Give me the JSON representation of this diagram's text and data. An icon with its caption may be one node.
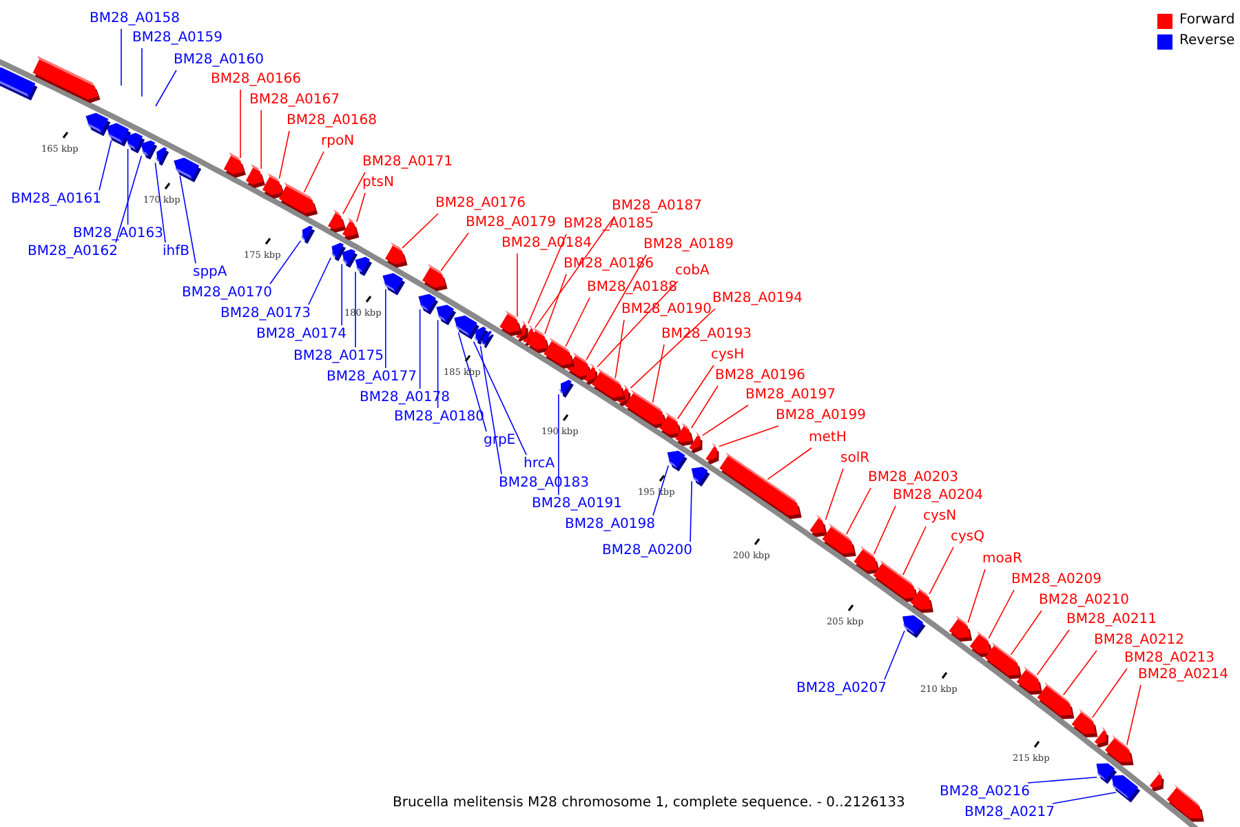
{
  "diagram": {
    "caption": "Brucella melitensis M28 chromosome 1, complete sequence. - 0..2126133",
    "nodes": [
      {
        "text": [
          "BM28_A0158"
        ]
      },
      {
        "text": [
          "BM28_A0159"
        ]
      },
      {
        "text": [
          "BM28_A0160"
        ]
      },
      {
        "text": [
          "BM28_A0166"
        ]
      },
      {
        "text": [
          "BM28_A0167"
        ]
      },
      {
        "text": [
          "BM28_A0168"
        ]
      },
      {
        "text": [
          "rpoN"
        ]
      },
      {
        "text": [
          "BM28_A0171"
        ]
      },
      {
        "text": [
          "ptsN"
        ]
      },
      {
        "text": [
          "BM28_A0161"
        ]
      },
      {
        "text": [
          "BM28_A0176"
        ]
      },
      {
        "text": [
          "BM28_A0187"
        ]
      },
      {
        "text": [
          "BM28_A0185"
        ]
      },
      {
        "text": [
          "BM28_A0179"
        ]
      },
      {
        "text": [
          "BM28_A0163"
        ]
      },
      {
        "text": [
          "BM28_A0184"
        ]
      },
      {
        "text": [
          "BM28_A0189"
        ]
      },
      {
        "text": [
          "BM28_A0162"
        ]
      },
      {
        "text": [
          "ihfB"
        ]
      },
      {
        "text": [
          "BM28_A0186"
        ]
      },
      {
        "text": [
          "cobA"
        ]
      },
      {
        "text": [
          "sppA"
        ]
      },
      {
        "text": [
          "BM28_A0188"
        ]
      },
      {
        "text": [
          "BM28_A0170"
        ]
      },
      {
        "text": [
          "BM28_A0194"
        ]
      },
      {
        "text": [
          "BM28_A0190"
        ]
      },
      {
        "text": [
          "BM28_A0173"
        ]
      },
      {
        "text": [
          "BM28_A0193"
        ]
      },
      {
        "text": [
          "BM28_A0174"
        ]
      },
      {
        "text": [
          "cysH"
        ]
      },
      {
        "text": [
          "BM28_A0175"
        ]
      },
      {
        "text": [
          "BM28_A0196"
        ]
      },
      {
        "text": [
          "BM28_A0177"
        ]
      },
      {
        "text": [
          "BM28_A0197"
        ]
      },
      {
        "text": [
          "BM28_A0178"
        ]
      },
      {
        "text": [
          "BM28_A0199"
        ]
      },
      {
        "text": [
          "BM28_A0180"
        ]
      },
      {
        "text": [
          "metH"
        ]
      },
      {
        "text": [
          "grpE"
        ]
      },
      {
        "text": [
          "solR"
        ]
      },
      {
        "text": [
          "hrcA"
        ]
      },
      {
        "text": [
          "BM28_A0203"
        ]
      },
      {
        "text": [
          "BM28_A0183"
        ]
      },
      {
        "text": [
          "BM28_A0204"
        ]
      },
      {
        "text": [
          "BM28_A0191"
        ]
      },
      {
        "text": [
          "cysN"
        ]
      },
      {
        "text": [
          "BM28_A0198"
        ]
      },
      {
        "text": [
          "cysQ"
        ]
      },
      {
        "text": [
          "BM28_A0200"
        ]
      },
      {
        "text": [
          "moaR"
        ]
      },
      {
        "text": [
          "BM28_A0209"
        ]
      },
      {
        "text": [
          "BM28_A0210"
        ]
      },
      {
        "text": [
          "BM28_A0211"
        ]
      },
      {
        "text": [
          "BM28_A0212"
        ]
      },
      {
        "text": [
          "BM28_A0213"
        ]
      },
      {
        "text": [
          "BM28_A0207"
        ]
      },
      {
        "text": [
          "BM28_A0214"
        ]
      },
      {
        "text": [
          "BM28_A0216"
        ]
      },
      {
        "text": [
          "BM28_A0217"
        ]
      },
      {
        "text": [],
        "shape": "box"
      },
      {
        "text": [],
        "shape": "box"
      },
      {
        "text": [],
        "shape": "box"
      },
      {
        "text": [],
        "shape": "box"
      },
      {
        "text": [],
        "shape": "box"
      },
      {
        "text": [],
        "shape": "box"
      },
      {
        "text": [],
        "shape": "box"
      },
      {
        "text": [],
        "shape": "box"
      },
      {
        "text": [],
        "shape": "box"
      },
      {
        "text": [],
        "shape": "box"
      },
      {
        "text": [],
        "shape": "box"
      },
      {
        "text": [],
        "shape": "box"
      },
      {
        "text": [],
        "shape": "box"
      },
      {
        "text": [],
        "shape": "box"
      },
      {
        "text": [],
        "shape": "box"
      },
      {
        "text": [],
        "shape": "box"
      },
      {
        "text": [],
        "shape": "box"
      },
      {
        "text": [],
        "shape": "box"
      },
      {
        "text": [],
        "shape": "box"
      },
      {
        "text": [],
        "shape": "box"
      },
      {
        "text": [],
        "shape": "box"
      },
      {
        "text": [],
        "shape": "box"
      },
      {
        "text": [],
        "shape": "box"
      },
      {
        "text": [],
        "shape": "box"
      },
      {
        "text": [],
        "shape": "box"
      },
      {
        "text": [],
        "shape": "box"
      },
      {
        "text": [],
        "shape": "box"
      },
      {
        "text": [],
        "shape": "box"
      },
      {
        "text": [],
        "shape": "box"
      },
      {
        "text": [],
        "shape": "box"
      },
      {
        "text": [],
        "shape": "box"
      },
      {
        "text": [],
        "shape": "box"
      },
      {
        "text": [],
        "shape": "box"
      },
      {
        "text": [],
        "shape": "box"
      },
      {
        "text": [],
        "shape": "box"
      },
      {
        "text": [],
        "shape": "box"
      },
      {
        "text": [],
        "shape": "box"
      },
      {
        "text": [],
        "shape": "box"
      },
      {
        "text": [],
        "shape": "box"
      },
      {
        "text": [],
        "shape": "box"
      },
      {
        "text": [],
        "shape": "box"
      },
      {
        "text": [],
        "shape": "box"
      },
      {
        "text": [],
        "shape": "box"
      },
      {
        "text": [],
        "shape": "box"
      },
      {
        "text": [],
        "shape": "box"
      },
      {
        "text": [],
        "shape": "box"
      },
      {
        "text": [],
        "shape": "box"
      },
      {
        "text": [],
        "shape": "box"
      },
      {
        "text": [],
        "shape": "box"
      },
      {
        "text": [],
        "shape": "box"
      },
      {
        "text": [],
        "shape": "box"
      },
      {
        "text": [],
        "shape": "box"
      },
      {
        "text": [],
        "shape": "box"
      },
      {
        "text": [],
        "shape": "box"
      },
      {
        "text": [],
        "shape": "box"
      },
      {
        "text": [],
        "shape": "box"
      },
      {
        "text": [],
        "shape": "box"
      },
      {
        "text": [],
        "shape": "box"
      },
      {
        "text": [],
        "shape": "box"
      },
      {
        "text": [],
        "shape": "box"
      },
      {
        "text": [],
        "shape": "box"
      },
      {
        "text": [],
        "shape": "box"
      }
    ],
    "edges": [
      {
        "from": 0,
        "to": null,
        "arrow": "none",
        "color": "#0000ff"
      },
      {
        "from": 1,
        "to": null,
        "arrow": "none",
        "color": "#0000ff"
      },
      {
        "from": 2,
        "to": null,
        "arrow": "none",
        "color": "#0000ff"
      },
      {
        "from": 3,
        "to": 59,
        "arrow": "none"
      },
      {
        "from": 4,
        "to": 60,
        "arrow": "none"
      },
      {
        "from": 5,
        "to": 61,
        "arrow": "none"
      },
      {
        "from": 6,
        "to": 62,
        "arrow": "none"
      },
      {
        "from": 7,
        "to": 63,
        "arrow": "none"
      },
      {
        "from": 8,
        "to": 64,
        "arrow": "none"
      },
      {
        "from": 9,
        "to": 65,
        "arrow": "none",
        "color": "#0000ff"
      },
      {
        "from": 10,
        "to": 66,
        "arrow": "none"
      },
      {
        "from": 11,
        "to": 67,
        "arrow": "none"
      },
      {
        "from": 12,
        "to": 68,
        "arrow": "none"
      },
      {
        "from": 13,
        "to": 69,
        "arrow": "none"
      },
      {
        "from": 14,
        "to": 70,
        "arrow": "none",
        "color": "#0000ff"
      },
      {
        "from": 15,
        "to": 71,
        "arrow": "none"
      },
      {
        "from": 16,
        "to": 72,
        "arrow": "none"
      },
      {
        "from": 17,
        "to": 73,
        "arrow": "none",
        "color": "#0000ff"
      },
      {
        "from": 18,
        "to": 74,
        "arrow": "none",
        "color": "#0000ff"
      },
      {
        "from": 19,
        "to": 75,
        "arrow": "none"
      },
      {
        "from": 20,
        "to": 76,
        "arrow": "none"
      },
      {
        "from": 21,
        "to": 77,
        "arrow": "none",
        "color": "#0000ff"
      },
      {
        "from": 22,
        "to": 78,
        "arrow": "none"
      },
      {
        "from": 23,
        "to": 79,
        "arrow": "none",
        "color": "#0000ff"
      },
      {
        "from": 24,
        "to": 80,
        "arrow": "none"
      },
      {
        "from": 25,
        "to": 81,
        "arrow": "none"
      },
      {
        "from": 26,
        "to": 82,
        "arrow": "none",
        "color": "#0000ff"
      },
      {
        "from": 27,
        "to": 83,
        "arrow": "none"
      },
      {
        "from": 28,
        "to": 84,
        "arrow": "none",
        "color": "#0000ff"
      },
      {
        "from": 29,
        "to": 85,
        "arrow": "none"
      },
      {
        "from": 30,
        "to": 86,
        "arrow": "none",
        "color": "#0000ff"
      },
      {
        "from": 31,
        "to": 87,
        "arrow": "none"
      },
      {
        "from": 32,
        "to": 88,
        "arrow": "none",
        "color": "#0000ff"
      },
      {
        "from": 33,
        "to": 89,
        "arrow": "none"
      },
      {
        "from": 34,
        "to": 90,
        "arrow": "none",
        "color": "#0000ff"
      },
      {
        "from": 35,
        "to": 91,
        "arrow": "none"
      },
      {
        "from": 36,
        "to": 92,
        "arrow": "none",
        "color": "#0000ff"
      },
      {
        "from": 37,
        "to": 93,
        "arrow": "none"
      },
      {
        "from": 38,
        "to": 94,
        "arrow": "none",
        "color": "#0000ff"
      },
      {
        "from": 39,
        "to": 95,
        "arrow": "none"
      },
      {
        "from": 40,
        "to": 96,
        "arrow": "none",
        "color": "#0000ff"
      },
      {
        "from": 41,
        "to": 97,
        "arrow": "none"
      },
      {
        "from": 42,
        "to": 98,
        "arrow": "none",
        "color": "#0000ff"
      },
      {
        "from": 43,
        "to": 99,
        "arrow": "none"
      },
      {
        "from": 44,
        "to": 100,
        "arrow": "none",
        "color": "#0000ff"
      },
      {
        "from": 45,
        "to": 101,
        "arrow": "none"
      },
      {
        "from": 46,
        "to": 102,
        "arrow": "none",
        "color": "#0000ff"
      },
      {
        "from": 47,
        "to": 103,
        "arrow": "none"
      },
      {
        "from": 48,
        "to": 104,
        "arrow": "none",
        "color": "#0000ff"
      },
      {
        "from": 49,
        "to": 105,
        "arrow": "none"
      },
      {
        "from": 50,
        "to": 106,
        "arrow": "none"
      },
      {
        "from": 51,
        "to": 107,
        "arrow": "none"
      },
      {
        "from": 52,
        "to": 108,
        "arrow": "none"
      },
      {
        "from": 53,
        "to": 109,
        "arrow": "none"
      },
      {
        "from": 54,
        "to": 110,
        "arrow": "none"
      },
      {
        "from": 55,
        "to": 111,
        "arrow": "none",
        "color": "#0000ff"
      },
      {
        "from": 56,
        "to": 112,
        "arrow": "none"
      },
      {
        "from": 57,
        "to": 113,
        "arrow": "none",
        "color": "#0000ff"
      },
      {
        "from": 58,
        "to": 114,
        "arrow": "none",
        "color": "#0000ff"
      }
    ],
    "labels": [
      "165 kbp",
      "170 kbp",
      "175 kbp",
      "180 kbp",
      "185 kbp",
      "190 kbp",
      "195 kbp",
      "200 kbp",
      "205 kbp",
      "210 kbp",
      "215 kbp"
    ],
    "legend": [
      {
        "text": "Forward",
        "color": "#ff0000"
      },
      {
        "text": "Reverse",
        "color": "#0000ff"
      }
    ]
  }
}
